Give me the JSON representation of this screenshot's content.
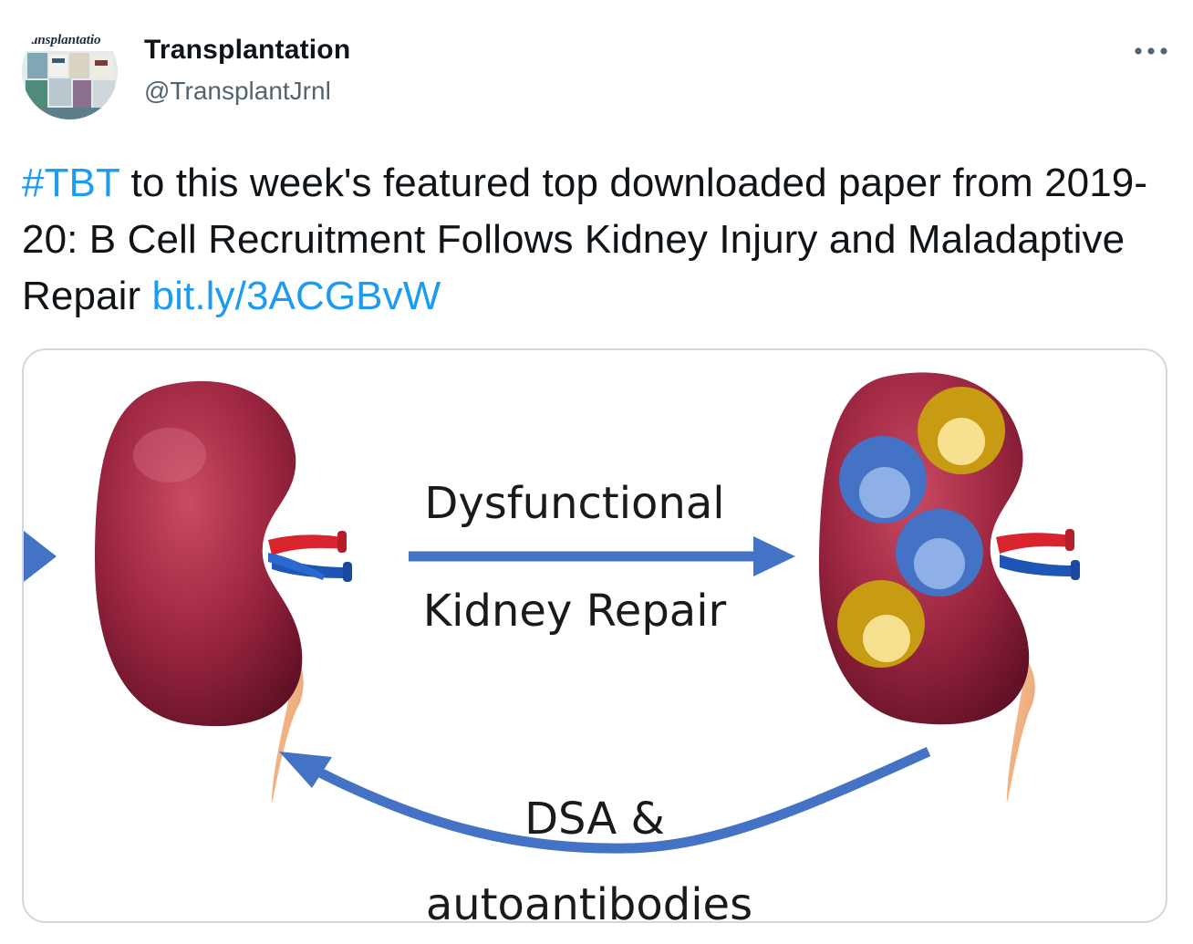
{
  "author": {
    "display_name": "Transplantation",
    "handle": "@TransplantJrnl",
    "avatar_label": "ransplantatio",
    "avatar_icon": "journal-covers-avatar"
  },
  "more_icon": "more-horizontal-icon",
  "tweet": {
    "hashtag": "#TBT",
    "text": " to this week's featured top downloaded paper from 2019-20: B Cell Recruitment Follows Kidney Injury and Maladaptive Repair ",
    "link": "bit.ly/3ACGBvW"
  },
  "figure": {
    "top_label_line1": "Dysfunctional",
    "top_label_line2": "Kidney Repair",
    "bottom_label_line1": "DSA &",
    "bottom_label_line2": "autoantibodies"
  },
  "colors": {
    "link": "#1d9bf0",
    "handle": "#536471",
    "kidney": "#8e1f3a",
    "arrow": "#4472c4",
    "b_cell": "#4472c4",
    "plasma_cell": "#c79b12",
    "border": "#cfd9de"
  }
}
